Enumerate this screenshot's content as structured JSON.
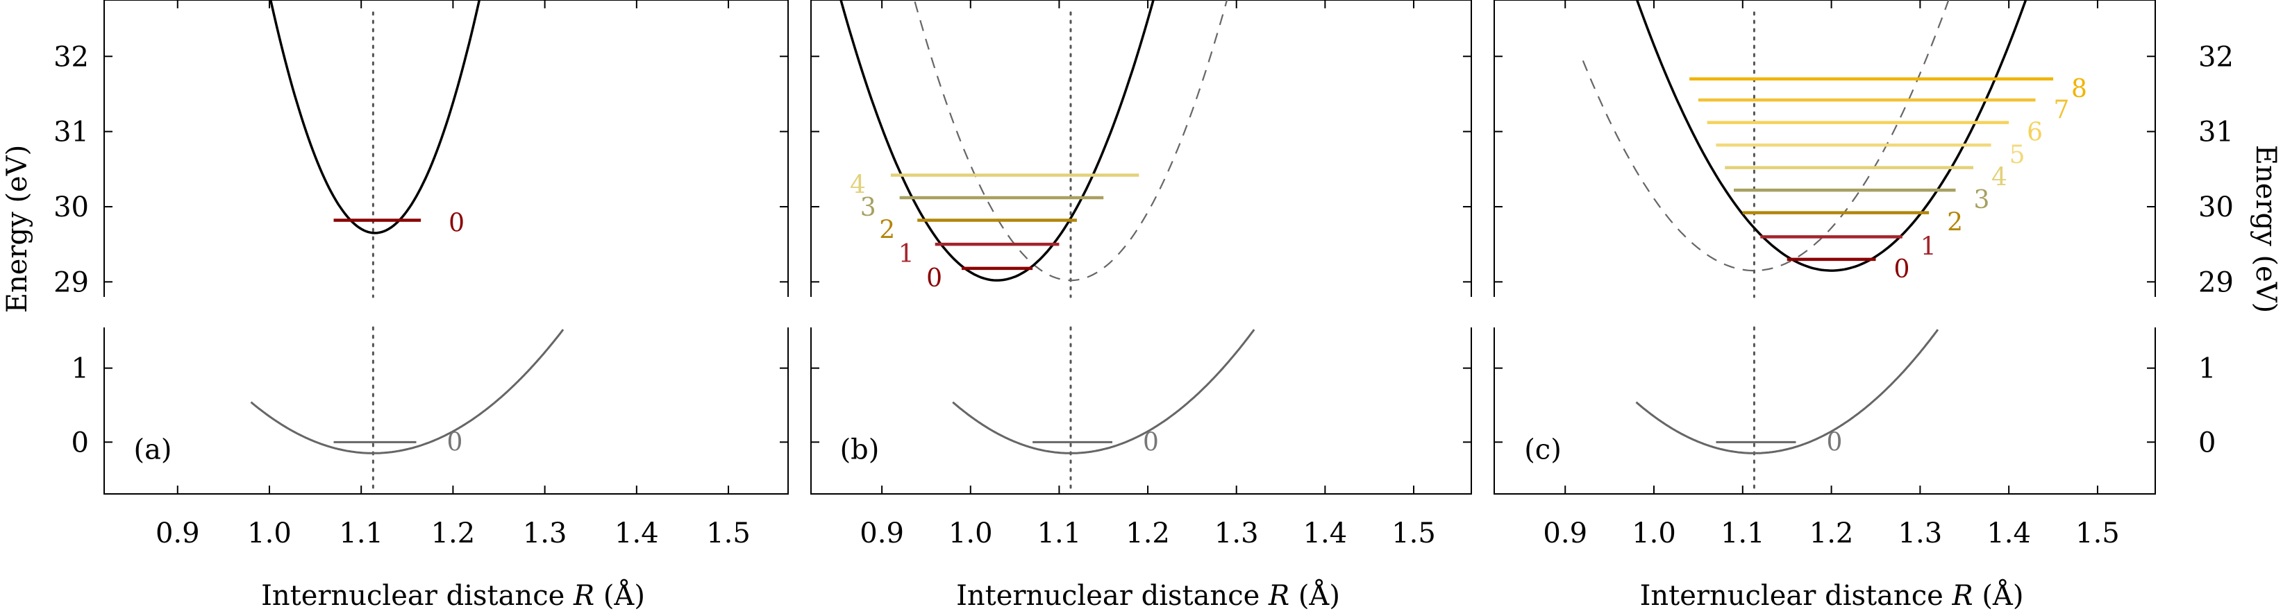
{
  "chart_data": {
    "type": "line",
    "x_axis": {
      "label": "Internuclear distance",
      "label_italic": "R",
      "unit": "(Å)",
      "ticks": [
        "0.9",
        "1.0",
        "1.1",
        "1.2",
        "1.3",
        "1.4",
        "1.5"
      ],
      "tick_values": [
        0.9,
        1.0,
        1.1,
        1.2,
        1.3,
        1.4,
        1.5
      ],
      "xlim": [
        0.82,
        1.565
      ]
    },
    "y_axis": {
      "label": "Energy",
      "unit": "(eV)",
      "upper_ticks": [
        "29",
        "30",
        "31",
        "32"
      ],
      "upper_tick_values": [
        29,
        30,
        31,
        32
      ],
      "upper_ylim": [
        28.8,
        32.75
      ],
      "lower_ticks": [
        "0",
        "1"
      ],
      "lower_tick_values": [
        0,
        1
      ],
      "lower_ylim": [
        -0.7,
        1.55
      ]
    },
    "equilibrium_line_x": 1.113,
    "level_colors": [
      "#8b0000",
      "#a4242c",
      "#b3860b",
      "#a7a060",
      "#e3d17a",
      "#f2d97a",
      "#f5d25c",
      "#f1c232",
      "#f1b400"
    ],
    "panels": [
      {
        "label": "(a)",
        "upper": {
          "curve": {
            "R0": 1.115,
            "D": 29.65,
            "k": 240,
            "x_range": [
              0.93,
              1.43
            ]
          },
          "levels": [
            {
              "label": "0",
              "E": 29.82,
              "x1": 1.07,
              "x2": 1.165,
              "color": "#8b0000"
            }
          ]
        },
        "lower": {
          "curve": {
            "R0": 1.113,
            "D": -0.15,
            "k": 39,
            "x_range": [
              0.98,
              1.32
            ]
          },
          "levels": [
            {
              "label": "0",
              "E": 0.0,
              "x1": 1.07,
              "x2": 1.16
            }
          ]
        }
      },
      {
        "label": "(b)",
        "upper": {
          "curve": {
            "R0": 1.03,
            "D": 29.02,
            "k": 120,
            "x_range": [
              0.85,
              1.4
            ]
          },
          "dashed_curve": {
            "R0": 1.113,
            "D": 29.02,
            "k": 120,
            "x_range": [
              0.89,
              1.44
            ]
          },
          "levels": [
            {
              "label": "0",
              "E": 29.18,
              "x1": 0.99,
              "x2": 1.07,
              "color": "#8b0000"
            },
            {
              "label": "1",
              "E": 29.5,
              "x1": 0.96,
              "x2": 1.1,
              "color": "#a4242c"
            },
            {
              "label": "2",
              "E": 29.82,
              "x1": 0.94,
              "x2": 1.12,
              "color": "#b3860b"
            },
            {
              "label": "3",
              "E": 30.12,
              "x1": 0.92,
              "x2": 1.15,
              "color": "#a7a060"
            },
            {
              "label": "4",
              "E": 30.42,
              "x1": 0.91,
              "x2": 1.19,
              "color": "#e3d17a"
            }
          ]
        },
        "lower": {
          "curve": {
            "R0": 1.113,
            "D": -0.15,
            "k": 39,
            "x_range": [
              0.98,
              1.32
            ]
          },
          "levels": [
            {
              "label": "0",
              "E": 0.0,
              "x1": 1.07,
              "x2": 1.16
            }
          ]
        }
      },
      {
        "label": "(c)",
        "upper": {
          "curve": {
            "R0": 1.2,
            "D": 29.15,
            "k": 75,
            "x_range": [
              0.98,
              1.56
            ]
          },
          "dashed_curve": {
            "R0": 1.113,
            "D": 29.15,
            "k": 75,
            "x_range": [
              0.92,
              1.47
            ]
          },
          "levels": [
            {
              "label": "0",
              "E": 29.3,
              "x1": 1.15,
              "x2": 1.25,
              "color": "#8b0000"
            },
            {
              "label": "1",
              "E": 29.6,
              "x1": 1.12,
              "x2": 1.28,
              "color": "#a4242c"
            },
            {
              "label": "2",
              "E": 29.92,
              "x1": 1.1,
              "x2": 1.31,
              "color": "#b3860b"
            },
            {
              "label": "3",
              "E": 30.22,
              "x1": 1.09,
              "x2": 1.34,
              "color": "#a7a060"
            },
            {
              "label": "4",
              "E": 30.52,
              "x1": 1.08,
              "x2": 1.36,
              "color": "#e3d17a"
            },
            {
              "label": "5",
              "E": 30.82,
              "x1": 1.07,
              "x2": 1.38,
              "color": "#f2d97a"
            },
            {
              "label": "6",
              "E": 31.12,
              "x1": 1.06,
              "x2": 1.4,
              "color": "#f5d25c"
            },
            {
              "label": "7",
              "E": 31.42,
              "x1": 1.05,
              "x2": 1.43,
              "color": "#f1c232"
            },
            {
              "label": "8",
              "E": 31.7,
              "x1": 1.04,
              "x2": 1.45,
              "color": "#f1b400"
            }
          ]
        },
        "lower": {
          "curve": {
            "R0": 1.113,
            "D": -0.15,
            "k": 39,
            "x_range": [
              0.98,
              1.32
            ]
          },
          "levels": [
            {
              "label": "0",
              "E": 0.0,
              "x1": 1.07,
              "x2": 1.16
            }
          ]
        }
      }
    ]
  }
}
